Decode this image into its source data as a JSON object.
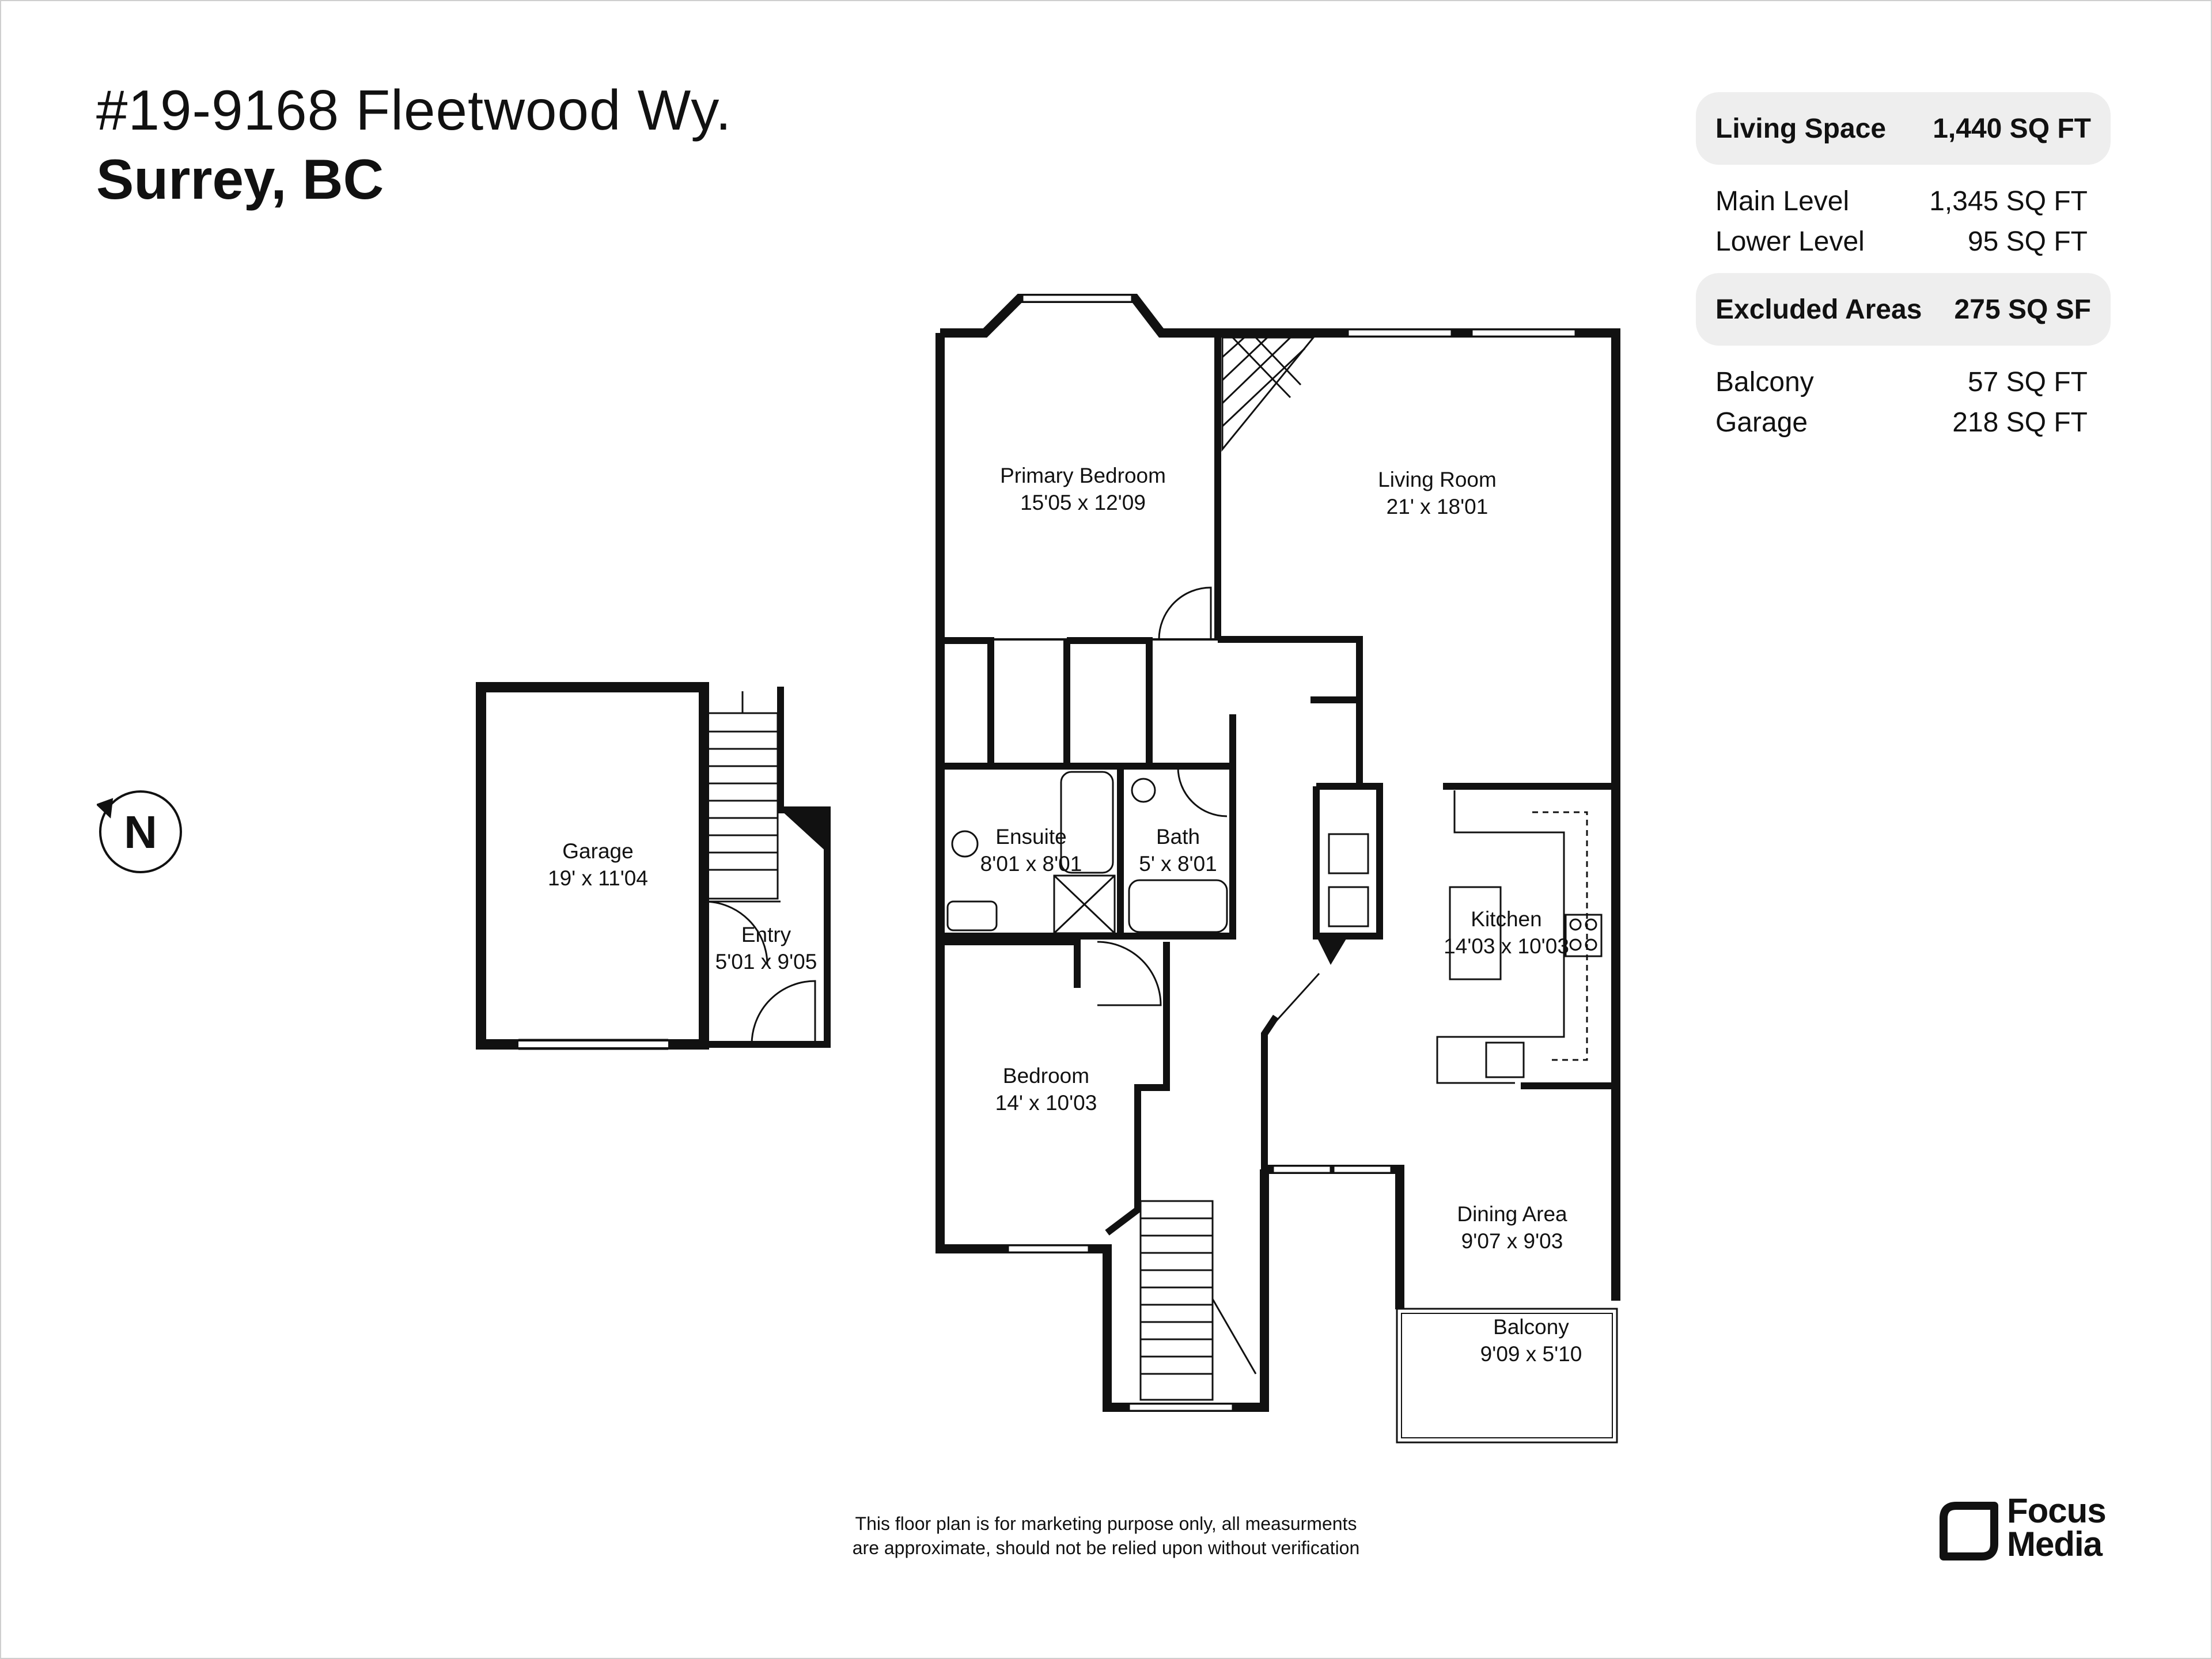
{
  "header": {
    "address": "#19-9168 Fleetwood Wy.",
    "city": "Surrey, BC"
  },
  "areas": {
    "living_space": {
      "label": "Living Space",
      "value": "1,440 SQ FT"
    },
    "levels": [
      {
        "label": "Main Level",
        "value": "1,345 SQ FT"
      },
      {
        "label": "Lower Level",
        "value": "95 SQ FT"
      }
    ],
    "excluded": {
      "label": "Excluded Areas",
      "value": "275 SQ SF"
    },
    "excluded_items": [
      {
        "label": "Balcony",
        "value": "57 SQ FT"
      },
      {
        "label": "Garage",
        "value": "218 SQ FT"
      }
    ]
  },
  "compass": {
    "letter": "N"
  },
  "rooms": {
    "primary_bedroom": {
      "name": "Primary Bedroom",
      "size": "15'05 x 12'09"
    },
    "living_room": {
      "name": "Living Room",
      "size": "21' x 18'01"
    },
    "garage": {
      "name": "Garage",
      "size": "19' x 11'04"
    },
    "entry": {
      "name": "Entry",
      "size": "5'01 x 9'05"
    },
    "ensuite": {
      "name": "Ensuite",
      "size": "8'01 x 8'01"
    },
    "bath": {
      "name": "Bath",
      "size": "5' x 8'01"
    },
    "kitchen": {
      "name": "Kitchen",
      "size": "14'03 x 10'03"
    },
    "bedroom": {
      "name": "Bedroom",
      "size": "14' x 10'03"
    },
    "dining_area": {
      "name": "Dining Area",
      "size": "9'07 x 9'03"
    },
    "balcony": {
      "name": "Balcony",
      "size": "9'09 x 5'10"
    }
  },
  "footer": {
    "disclaimer_line1": "This floor plan is for marketing purpose only, all measurments",
    "disclaimer_line2": "are approximate, should not be relied upon without verification",
    "brand_line1": "Focus",
    "brand_line2": "Media"
  },
  "colors": {
    "wall": "#111111",
    "pill": "#eeeeee",
    "text": "#111111"
  },
  "icons": [
    "north-compass-icon",
    "focus-media-logo-icon"
  ]
}
